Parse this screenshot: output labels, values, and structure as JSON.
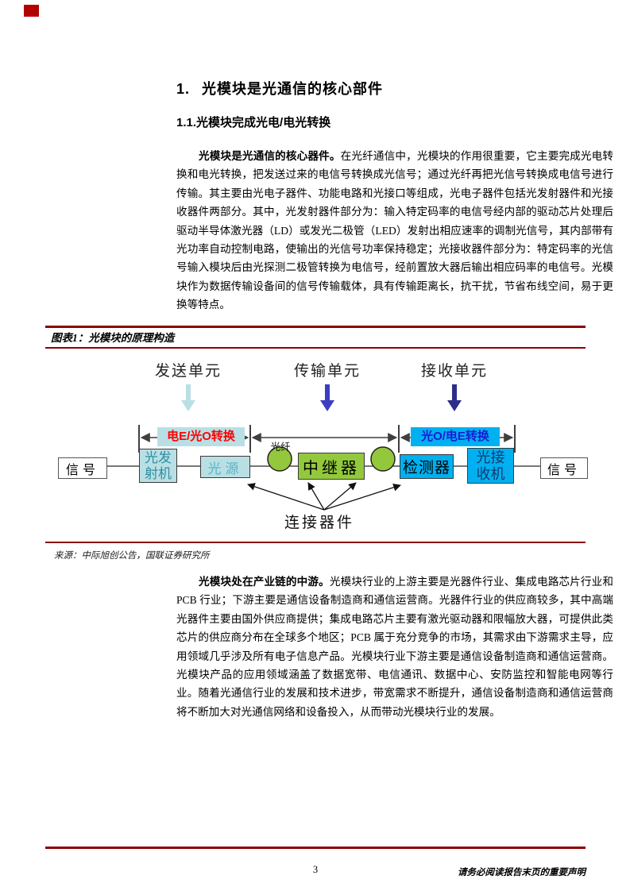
{
  "section": {
    "number": "1.",
    "title": "光模块是光通信的核心部件"
  },
  "subsection": {
    "title": "1.1.光模块完成光电/电光转换"
  },
  "para1": {
    "lead": "光模块是光通信的核心器件。",
    "body": "在光纤通信中，光模块的作用很重要，它主要完成光电转换和电光转换，把发送过来的电信号转换成光信号；通过光纤再把光信号转换成电信号进行传输。其主要由光电子器件、功能电路和光接口等组成，光电子器件包括光发射器件和光接收器件两部分。其中，光发射器件部分为：输入特定码率的电信号经内部的驱动芯片处理后驱动半导体激光器（LD）或发光二极管（LED）发射出相应速率的调制光信号，其内部带有光功率自动控制电路，使输出的光信号功率保持稳定；光接收器件部分为：特定码率的光信号输入模块后由光探测二极管转换为电信号，经前置放大器后输出相应码率的电信号。光模块作为数据传输设备间的信号传输载体，具有传输距离长，抗干扰，节省布线空间，易于更换等特点。"
  },
  "figure": {
    "caption": "图表1：光模块的原理构造",
    "source": "来源：中际旭创公告，国联证券研究所",
    "units": [
      {
        "label": "发送单元",
        "arrow_color": "#b9dfe5"
      },
      {
        "label": "传输单元",
        "arrow_color": "#3d3dc2"
      },
      {
        "label": "接收单元",
        "arrow_color": "#2d2d8a"
      }
    ],
    "conversions": [
      {
        "label": "电E/光O转换",
        "bg": "#b9dfe5",
        "color": "#ff0000"
      },
      {
        "label": "光O/电E转换",
        "bg": "#00b0f0",
        "color": "#1a1ad6"
      }
    ],
    "fiber_label": "光纤",
    "connector_label": "连接器件",
    "boxes": {
      "signal_left": "信号",
      "transmitter_l1": "光发",
      "transmitter_l2": "射机",
      "light_source": "光源",
      "repeater": "中继器",
      "detector": "检测器",
      "receiver_l1": "光接",
      "receiver_l2": "收机",
      "signal_right": "信号"
    }
  },
  "para2": {
    "lead": "光模块处在产业链的中游。",
    "body": "光模块行业的上游主要是光器件行业、集成电路芯片行业和 PCB 行业；下游主要是通信设备制造商和通信运营商。光器件行业的供应商较多，其中高端光器件主要由国外供应商提供；集成电路芯片主要有激光驱动器和限幅放大器，可提供此类芯片的供应商分布在全球多个地区；PCB 属于充分竞争的市场，其需求由下游需求主导，应用领域几乎涉及所有电子信息产品。光模块行业下游主要是通信设备制造商和通信运营商。光模块产品的应用领域涵盖了数据宽带、电信通讯、数据中心、安防监控和智能电网等行业。随着光通信行业的发展和技术进步，带宽需求不断提升，通信设备制造商和通信运营商将不断加大对光通信网络和设备投入，从而带动光模块行业的发展。"
  },
  "footer": {
    "page_number": "3",
    "disclaimer": "请务必阅读报告末页的重要声明"
  },
  "colors": {
    "accent_red": "#8c0000",
    "logo_red": "#b30000",
    "pale_cyan": "#b9dfe5",
    "teal_text": "#2f8fa0",
    "light_teal_text": "#58b6c4",
    "cyan": "#00b0f0",
    "navy_text": "#123a6e",
    "green": "#93c83d"
  }
}
